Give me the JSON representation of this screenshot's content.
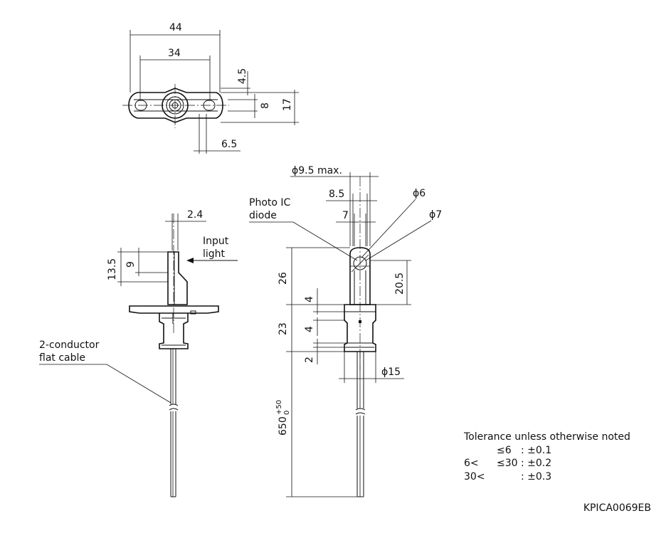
{
  "dimensions": {
    "top_width_44": "44",
    "top_width_34": "34",
    "top_h_4_5": "4.5",
    "top_h_8": "8",
    "top_h_17": "17",
    "top_w_6_5": "6.5",
    "side_2_4": "2.4",
    "side_13_5": "13.5",
    "side_9": "9",
    "front_phi9_5": "ϕ9.5 max.",
    "front_8_5": "8.5",
    "front_7": "7",
    "front_phi6": "ϕ6",
    "front_phi7": "ϕ7",
    "front_26": "26",
    "front_20_5": "20.5",
    "front_4a": "4",
    "front_4b": "4",
    "front_23": "23",
    "front_2": "2",
    "front_phi15": "ϕ15",
    "cable_len": "650",
    "cable_tol_plus": "+50",
    "cable_tol_minus": "0"
  },
  "labels": {
    "input": "Input",
    "light": "light",
    "photo_ic": "Photo IC",
    "diode": "diode",
    "cable_1": "2-conductor",
    "cable_2": "flat cable"
  },
  "tolerance": {
    "title": "Tolerance unless otherwise noted",
    "rows": [
      {
        "range_a": "",
        "range_b": "≤6",
        "value": ": ±0.1"
      },
      {
        "range_a": "6<",
        "range_b": "≤30",
        "value": ": ±0.2"
      },
      {
        "range_a": "30<",
        "range_b": "",
        "value": ": ±0.3"
      }
    ]
  },
  "drawing_code": "KPICA0069EB"
}
